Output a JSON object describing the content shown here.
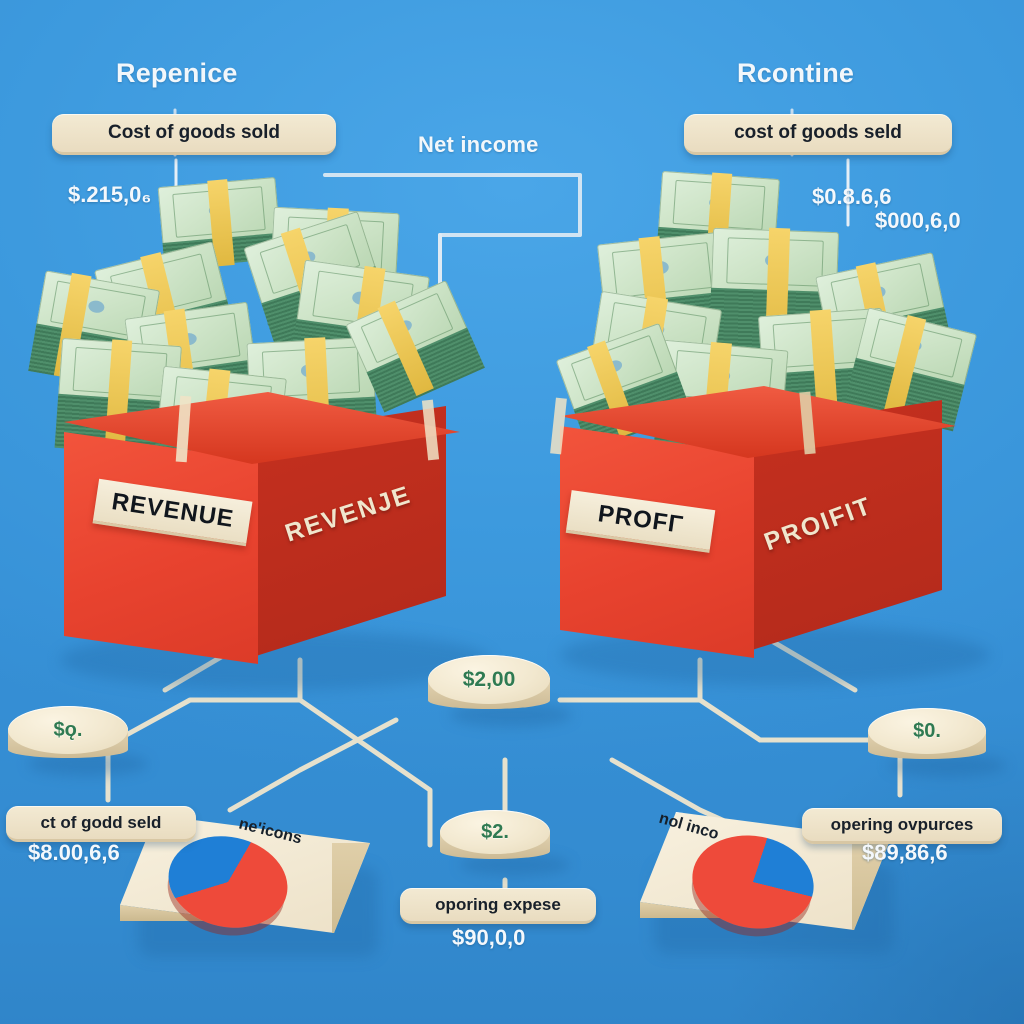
{
  "scene": {
    "background_color": "#3d9ade",
    "box_color": "#ea4430",
    "box_side_color": "#bd2e1d",
    "cash_color": "#4f8f6b",
    "plaque_color": "#efe4cb",
    "accent_red": "#ee4a3a",
    "accent_blue": "#1f7fd6"
  },
  "headings": {
    "left_title": "Repenice",
    "right_title": "Rcontine",
    "center_caption": "Net income"
  },
  "top_tags": {
    "left_tag": "Cost of goods sold",
    "right_tag": "cost of goods seld"
  },
  "top_amounts": {
    "left": "$.215,0₆",
    "right_line1": "$0.8.6,6",
    "right_line2": "$000,6,0"
  },
  "boxes": [
    {
      "name": "revenue-box",
      "front_label": "REVENUE",
      "side_label": "REVENJE"
    },
    {
      "name": "profit-box",
      "front_label": "PROFΓ",
      "side_label": "PROIFIT"
    }
  ],
  "discs": [
    {
      "name": "disc-left",
      "value": "$ǫ."
    },
    {
      "name": "disc-center-upper",
      "value": "$2,00"
    },
    {
      "name": "disc-center-lower",
      "value": "$2."
    },
    {
      "name": "disc-right",
      "value": "$0."
    }
  ],
  "bottom_tags": {
    "left_tag": "ct of godd seld",
    "left_amount": "$8.00,6,6",
    "center_tag": "oporing expese",
    "center_amount": "$90,0,0",
    "right_tag": "opering ovpurces",
    "right_amount": "$89,86,6"
  },
  "pie_labels": {
    "left": "ne'icons",
    "right": "nol inco"
  },
  "chart_data": [
    {
      "type": "pie",
      "name": "left-pie-chart",
      "title": "ne'icons",
      "labels": [
        "red-slice",
        "blue-slice"
      ],
      "values": [
        62,
        38
      ],
      "colors": [
        "#ee4a3a",
        "#1f7fd6"
      ],
      "legend": "none"
    },
    {
      "type": "pie",
      "name": "right-pie-chart",
      "title": "nol inco",
      "labels": [
        "red-slice",
        "blue-slice"
      ],
      "values": [
        76,
        24
      ],
      "colors": [
        "#ee4a3a",
        "#1f7fd6"
      ],
      "legend": "none"
    }
  ]
}
